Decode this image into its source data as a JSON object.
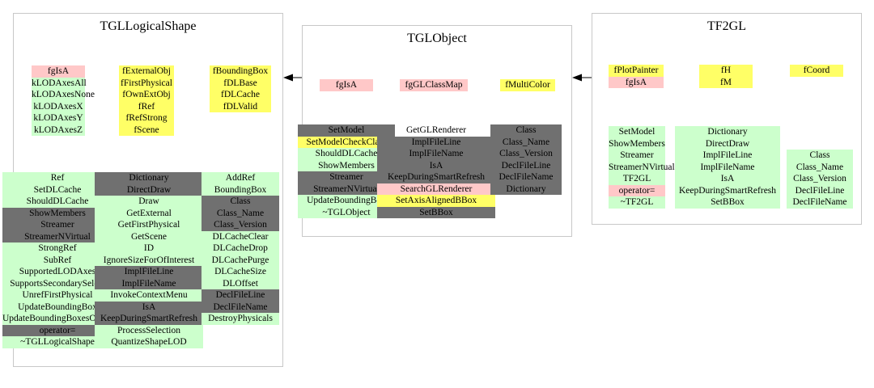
{
  "boxes": {
    "tgl_logical_shape": {
      "title": "TGLLogicalShape",
      "data_columns": [
        [
          {
            "text": "fgIsA",
            "kind": "p"
          },
          {
            "text": "kLODAxesAll",
            "kind": "g"
          },
          {
            "text": "kLODAxesNone",
            "kind": "g"
          },
          {
            "text": "kLODAxesX",
            "kind": "g"
          },
          {
            "text": "kLODAxesY",
            "kind": "g"
          },
          {
            "text": "kLODAxesZ",
            "kind": "g"
          }
        ],
        [
          {
            "text": "fExternalObj",
            "kind": "y"
          },
          {
            "text": "fFirstPhysical",
            "kind": "y"
          },
          {
            "text": "fOwnExtObj",
            "kind": "y"
          },
          {
            "text": "fRef",
            "kind": "y"
          },
          {
            "text": "fRefStrong",
            "kind": "y"
          },
          {
            "text": "fScene",
            "kind": "y"
          }
        ],
        [
          {
            "text": "fBoundingBox",
            "kind": "y"
          },
          {
            "text": "fDLBase",
            "kind": "y"
          },
          {
            "text": "fDLCache",
            "kind": "y"
          },
          {
            "text": "fDLValid",
            "kind": "y"
          }
        ]
      ],
      "method_columns": [
        [
          {
            "text": "Ref",
            "kind": "g"
          },
          {
            "text": "SetDLCache",
            "kind": "g"
          },
          {
            "text": "ShouldDLCache",
            "kind": "g"
          },
          {
            "text": "ShowMembers",
            "kind": "d"
          },
          {
            "text": "Streamer",
            "kind": "d"
          },
          {
            "text": "StreamerNVirtual",
            "kind": "d"
          },
          {
            "text": "StrongRef",
            "kind": "g"
          },
          {
            "text": "SubRef",
            "kind": "g"
          },
          {
            "text": "SupportedLODAxes",
            "kind": "g"
          },
          {
            "text": "SupportsSecondarySelect",
            "kind": "g"
          },
          {
            "text": "UnrefFirstPhysical",
            "kind": "g"
          },
          {
            "text": "UpdateBoundingBox",
            "kind": "g"
          },
          {
            "text": "UpdateBoundingBoxesOfPhysicals",
            "kind": "g"
          },
          {
            "text": "operator=",
            "kind": "d"
          },
          {
            "text": "~TGLLogicalShape",
            "kind": "g"
          }
        ],
        [
          {
            "text": "Dictionary",
            "kind": "d"
          },
          {
            "text": "DirectDraw",
            "kind": "d"
          },
          {
            "text": "Draw",
            "kind": "g"
          },
          {
            "text": "GetExternal",
            "kind": "g"
          },
          {
            "text": "GetFirstPhysical",
            "kind": "g"
          },
          {
            "text": "GetScene",
            "kind": "g"
          },
          {
            "text": "ID",
            "kind": "g"
          },
          {
            "text": "IgnoreSizeForOfInterest",
            "kind": "g"
          },
          {
            "text": "ImplFileLine",
            "kind": "d"
          },
          {
            "text": "ImplFileName",
            "kind": "d"
          },
          {
            "text": "InvokeContextMenu",
            "kind": "g"
          },
          {
            "text": "IsA",
            "kind": "d"
          },
          {
            "text": "KeepDuringSmartRefresh",
            "kind": "d"
          },
          {
            "text": "ProcessSelection",
            "kind": "g"
          },
          {
            "text": "QuantizeShapeLOD",
            "kind": "g"
          }
        ],
        [
          {
            "text": "AddRef",
            "kind": "g"
          },
          {
            "text": "BoundingBox",
            "kind": "g"
          },
          {
            "text": "Class",
            "kind": "d"
          },
          {
            "text": "Class_Name",
            "kind": "d"
          },
          {
            "text": "Class_Version",
            "kind": "d"
          },
          {
            "text": "DLCacheClear",
            "kind": "g"
          },
          {
            "text": "DLCacheDrop",
            "kind": "g"
          },
          {
            "text": "DLCachePurge",
            "kind": "g"
          },
          {
            "text": "DLCacheSize",
            "kind": "g"
          },
          {
            "text": "DLOffset",
            "kind": "g"
          },
          {
            "text": "DeclFileLine",
            "kind": "d"
          },
          {
            "text": "DeclFileName",
            "kind": "d"
          },
          {
            "text": "DestroyPhysicals",
            "kind": "g"
          }
        ]
      ]
    },
    "tgl_object": {
      "title": "TGLObject",
      "data_columns": [
        [
          {
            "text": "fgIsA",
            "kind": "p"
          }
        ],
        [
          {
            "text": "fgGLClassMap",
            "kind": "p"
          }
        ],
        [
          {
            "text": "fMultiColor",
            "kind": "y"
          }
        ]
      ],
      "method_columns": [
        [
          {
            "text": "SetModel",
            "kind": "d"
          },
          {
            "text": "SetModelCheckClass",
            "kind": "y"
          },
          {
            "text": "ShouldDLCache",
            "kind": "g"
          },
          {
            "text": "ShowMembers",
            "kind": "g"
          },
          {
            "text": "Streamer",
            "kind": "d"
          },
          {
            "text": "StreamerNVirtual",
            "kind": "d"
          },
          {
            "text": "UpdateBoundingBox",
            "kind": "g"
          },
          {
            "text": "~TGLObject",
            "kind": "g"
          }
        ],
        [
          {
            "text": "GetGLRenderer",
            "kind": "w"
          },
          {
            "text": "ImplFileLine",
            "kind": "d"
          },
          {
            "text": "ImplFileName",
            "kind": "d"
          },
          {
            "text": "IsA",
            "kind": "d"
          },
          {
            "text": "KeepDuringSmartRefresh",
            "kind": "d"
          },
          {
            "text": "SearchGLRenderer",
            "kind": "p"
          },
          {
            "text": "SetAxisAlignedBBox",
            "kind": "y"
          },
          {
            "text": "SetBBox",
            "kind": "d"
          }
        ],
        [
          {
            "text": "Class",
            "kind": "d"
          },
          {
            "text": "Class_Name",
            "kind": "d"
          },
          {
            "text": "Class_Version",
            "kind": "d"
          },
          {
            "text": "DeclFileLine",
            "kind": "d"
          },
          {
            "text": "DeclFileName",
            "kind": "d"
          },
          {
            "text": "Dictionary",
            "kind": "d"
          }
        ]
      ]
    },
    "tf2gl": {
      "title": "TF2GL",
      "data_columns": [
        [
          {
            "text": "fPlotPainter",
            "kind": "y"
          },
          {
            "text": "fgIsA",
            "kind": "p"
          }
        ],
        [
          {
            "text": "fH",
            "kind": "y"
          },
          {
            "text": "fM",
            "kind": "y"
          }
        ],
        [
          {
            "text": "fCoord",
            "kind": "y"
          }
        ]
      ],
      "method_columns": [
        [
          {
            "text": "SetModel",
            "kind": "g"
          },
          {
            "text": "ShowMembers",
            "kind": "g"
          },
          {
            "text": "Streamer",
            "kind": "g"
          },
          {
            "text": "StreamerNVirtual",
            "kind": "g"
          },
          {
            "text": "TF2GL",
            "kind": "g"
          },
          {
            "text": "operator=",
            "kind": "p"
          },
          {
            "text": "~TF2GL",
            "kind": "g"
          }
        ],
        [
          {
            "text": "Dictionary",
            "kind": "g"
          },
          {
            "text": "DirectDraw",
            "kind": "g"
          },
          {
            "text": "ImplFileLine",
            "kind": "g"
          },
          {
            "text": "ImplFileName",
            "kind": "g"
          },
          {
            "text": "IsA",
            "kind": "g"
          },
          {
            "text": "KeepDuringSmartRefresh",
            "kind": "g"
          },
          {
            "text": "SetBBox",
            "kind": "g"
          }
        ],
        [
          {
            "text": "Class",
            "kind": "g"
          },
          {
            "text": "Class_Name",
            "kind": "g"
          },
          {
            "text": "Class_Version",
            "kind": "g"
          },
          {
            "text": "DeclFileLine",
            "kind": "g"
          },
          {
            "text": "DeclFileName",
            "kind": "g"
          }
        ]
      ]
    }
  },
  "colors": {
    "data_member": "#ffff66",
    "static_member": "#ffc8c8",
    "method": "#ccffcc",
    "inherited_method": "#707070",
    "box_border": "#c8c8c8"
  }
}
